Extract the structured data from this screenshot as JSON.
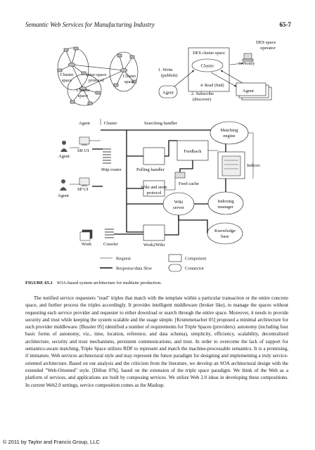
{
  "header": {
    "running_title": "Semantic Web Services for Manufacturing Industry",
    "page_number": "65-7"
  },
  "figure": {
    "top": {
      "cluster_space_left": "Cluster\nspace",
      "inter_space_protocol": "Inter-space\nprotocol",
      "cluster_space_bottom": "Cluster\nspace",
      "cluster_space_right": "Cluster\nspace",
      "write_publish": "1. Write\n(publish)",
      "agent_left": "Agent",
      "des_cluster_space": "DES cluster space",
      "cluster": "Cluster",
      "read_find": "4. Read (find)",
      "subscribe_discover": "2. Subscribe\n(discover)",
      "des_space_operator": "DES space\noperator",
      "notify": "3. Notify",
      "agent_right": "Agent"
    },
    "arch": {
      "agent_col": "Agent",
      "cluster_col": "Cluster",
      "agent_top": "Agent",
      "sr_ui": "SR UI",
      "agent_bottom": "Agent",
      "sp_ui": "SP UI",
      "work": "Work",
      "http_router": "Http router",
      "crawler": "Crawler",
      "searching_handler": "Searching handler",
      "polling_handler": "Polling handler",
      "wiki_atom": "Wiki and atom\nprotocol",
      "work2wiki": "Work2Wiki",
      "feedback": "Feedback",
      "feed_cache": "Feed cache",
      "wiki_server": "Wiki\nserver",
      "matching_engine": "Matching\nengine",
      "indices": "Indices",
      "indexing_manager": "Indexing\nmanager",
      "knowledge_base": "Knowledge\nbase"
    },
    "legend": {
      "request": "Request",
      "response": "Response/data flow",
      "component": "Component",
      "connector": "Connector"
    }
  },
  "caption": {
    "label": "FIGURE 65.1",
    "text": "SOA-based system architecture for multisite production."
  },
  "body": {
    "paragraph": "The notified service requesters \"read\" triples that match with the template within a particular transaction or the entire concrete space, and further process the triples accordingly. It provides intelligent middleware (broker like), to manage the spaces without requesting each service provider and requester to either download or search through the entire space. Moreover, it needs to provide security and trust while keeping the system scalable and the usage simple. [Krummenacher 05] proposed a minimal architecture for such provider middleware. [Bussler 05] identified a number of requirements for Triple Spaces (providers): autonomy (including four basic forms of autonomy, viz., time, location, reference, and data schema), simplicity, efficiency, scalability, decentralized architecture, security and trust mechanisms, persistent communications, and trust. In order to overcome the lack of support for semantics-aware matching, Triple Space utilizes RDF to represent and match the machine-processable semantics. It is a promising, if immature, Web services architectural style and may represent the future paradigm for designing and implementing a truly service-oriented architecture. Based on our analysis and the criticism from the literature, we develop an SOA architectural design with the extended \"Web-Oriented\" style. [Dillon 07b], based on the extension of the triple space paradigm. We think of the Web as a platform of services, and applications are built by composing services. We utilize Web 2.0 ideas in developing these compositions. In current Web2.0 settings, service composition comes as the Mashup."
  },
  "footer": {
    "copyright": "© 2011 by Taylor and Francis Group, LLC"
  }
}
